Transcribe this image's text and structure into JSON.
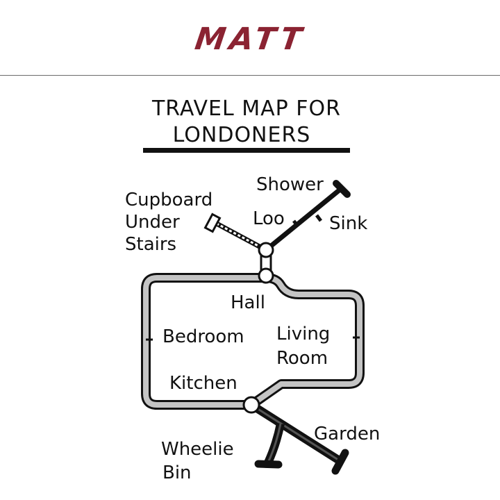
{
  "masthead": {
    "title": "MATT",
    "color": "#8b2332"
  },
  "map": {
    "title_line1": "TRAVEL MAP FOR",
    "title_line2": "LONDONERS",
    "stations": {
      "shower": "Shower",
      "cupboard_line1": "Cupboard",
      "cupboard_line2": "Under",
      "cupboard_line3": "Stairs",
      "loo": "Loo",
      "sink": "Sink",
      "hall": "Hall",
      "bedroom": "Bedroom",
      "living_line1": "Living",
      "living_line2": "Room",
      "kitchen": "Kitchen",
      "garden": "Garden",
      "wheelie_line1": "Wheelie",
      "wheelie_line2": "Bin"
    },
    "colors": {
      "ink": "#111111",
      "grey_line": "#c4c4c4",
      "paper": "#ffffff"
    }
  }
}
